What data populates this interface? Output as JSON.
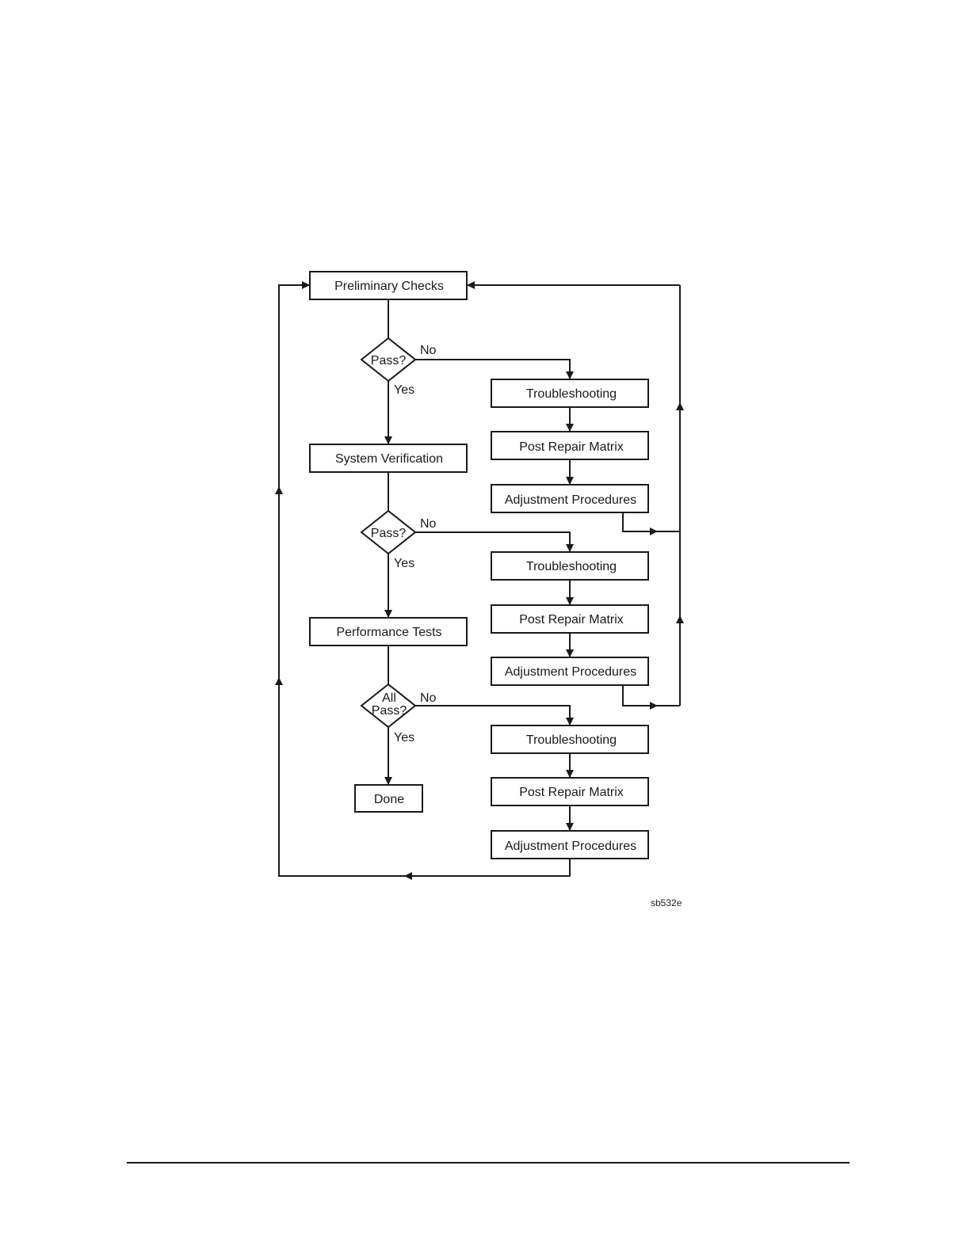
{
  "diagram": {
    "boxes": {
      "preliminary_checks": "Preliminary Checks",
      "system_verification": "System Verification",
      "performance_tests": "Performance Tests",
      "done": "Done",
      "troubleshooting_1": "Troubleshooting",
      "post_repair_matrix_1": "Post Repair Matrix",
      "adjustment_procedures_1": "Adjustment Procedures",
      "troubleshooting_2": "Troubleshooting",
      "post_repair_matrix_2": "Post Repair Matrix",
      "adjustment_procedures_2": "Adjustment Procedures",
      "troubleshooting_3": "Troubleshooting",
      "post_repair_matrix_3": "Post Repair Matrix",
      "adjustment_procedures_3": "Adjustment Procedures"
    },
    "decisions": {
      "d1": "Pass?",
      "d2": "Pass?",
      "d3_line1": "All",
      "d3_line2": "Pass?"
    },
    "edge_labels": {
      "no_1": "No",
      "yes_1": "Yes",
      "no_2": "No",
      "yes_2": "Yes",
      "no_3": "No",
      "yes_3": "Yes"
    },
    "figure_id": "sb532e"
  }
}
